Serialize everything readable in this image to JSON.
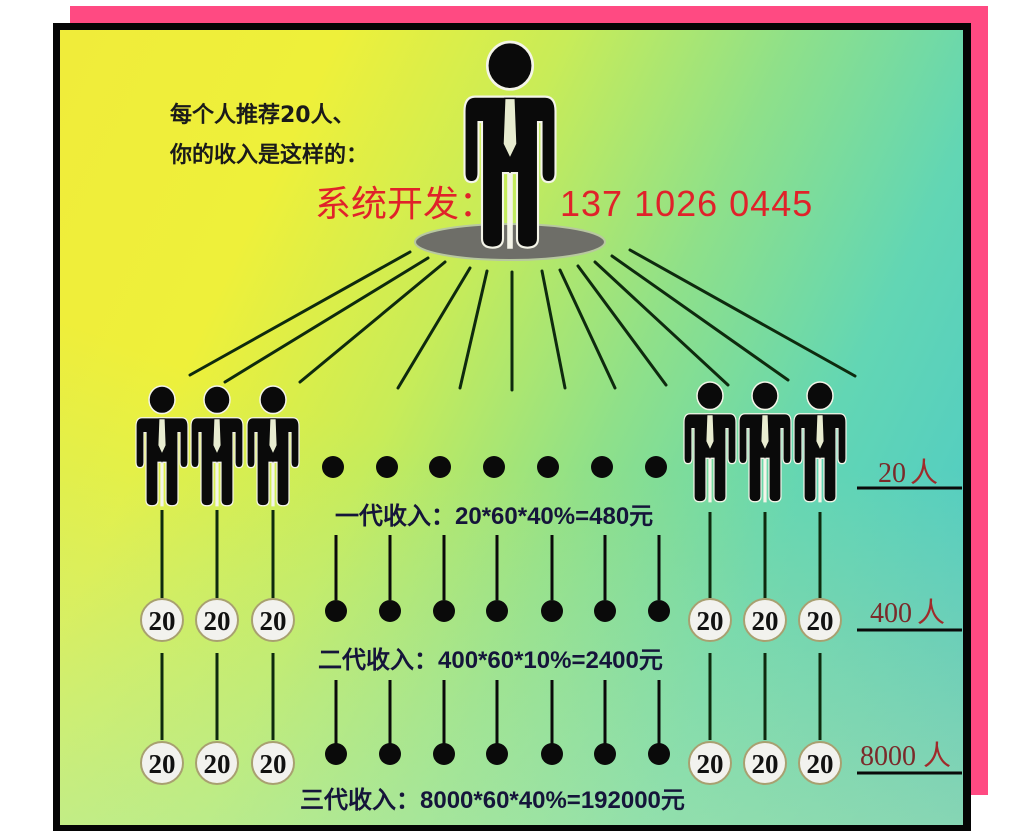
{
  "heading": {
    "line1": "每个人推荐20人、",
    "line2": "你的收入是这样的："
  },
  "contact": {
    "label": "系统开发：",
    "phone": "137 1026 0445",
    "color": "#e0222a"
  },
  "levels": [
    {
      "count": "20",
      "unit": "人"
    },
    {
      "count": "400",
      "unit": "人"
    },
    {
      "count": "8000",
      "unit": "人"
    }
  ],
  "formulas": [
    {
      "text": "一代收入：20*60*40%=480元"
    },
    {
      "text": "二代收入：400*60*10%=2400元"
    },
    {
      "text": "三代收入：8000*60*40%=192000元"
    }
  ],
  "badges": {
    "value": "20",
    "left_row1": [
      "20",
      "20",
      "20"
    ],
    "right_row1": [
      "20",
      "20",
      "20"
    ],
    "left_row2": [
      "20",
      "20",
      "20"
    ],
    "right_row2": [
      "20",
      "20",
      "20"
    ]
  },
  "colors": {
    "frame_outer": "#ff4a82",
    "frame_inner": "#050505",
    "figure": "#0a0a0a",
    "formula_text": "#15153a",
    "level_text": "#7a2a2a"
  },
  "icons": {
    "top_person": "person-icon",
    "level1_people": [
      "person-icon",
      "person-icon",
      "person-icon",
      "person-icon",
      "person-icon",
      "person-icon"
    ],
    "connector_dots": "dot-icon"
  }
}
